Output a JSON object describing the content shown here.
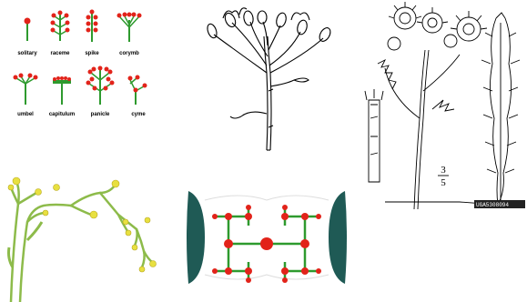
{
  "inflorescence_types": [
    {
      "label": "solitary"
    },
    {
      "label": "raceme"
    },
    {
      "label": "spike"
    },
    {
      "label": "corymb"
    },
    {
      "label": "umbel"
    },
    {
      "label": "capitulum"
    },
    {
      "label": "panicle"
    },
    {
      "label": "cyme"
    }
  ],
  "colors": {
    "flower_red": "#e2231a",
    "stem_green": "#2e9a2e",
    "photo_background": "#ffffff",
    "photo_stem": "#8dbb4a",
    "photo_flower": "#e8e040",
    "cyme_frame": "#1f5a55",
    "cyme_bg": "#ffffff"
  },
  "tansy_specimen": {
    "scale_numerator": "3",
    "scale_denominator": "5",
    "herbarium_tag": "UGA5308094"
  }
}
